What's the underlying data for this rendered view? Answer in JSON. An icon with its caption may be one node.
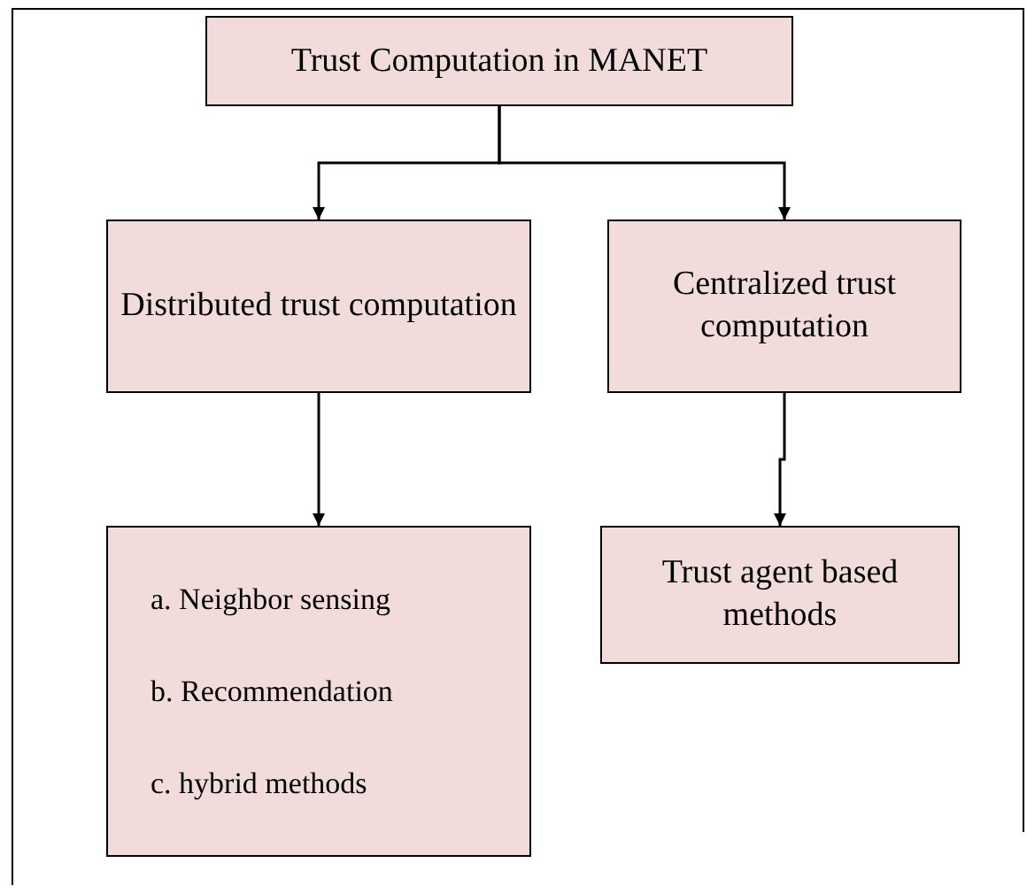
{
  "diagram": {
    "nodes": [
      {
        "text": [
          "Trust Computation in MANET"
        ]
      },
      {
        "text": [
          "Distributed trust computation"
        ]
      },
      {
        "text": [
          "Centralized trust computation"
        ]
      },
      {
        "text": [
          "a. Neighbor sensing",
          "b. Recommendation",
          "c. hybrid methods"
        ]
      },
      {
        "text": [
          "Trust agent based methods"
        ]
      }
    ],
    "edges": [
      {
        "from": 0,
        "to": 1,
        "arrow": "to"
      },
      {
        "from": 0,
        "to": 2,
        "arrow": "to"
      },
      {
        "from": 1,
        "to": 3,
        "arrow": "to"
      },
      {
        "from": 2,
        "to": 4,
        "arrow": "to"
      }
    ]
  }
}
